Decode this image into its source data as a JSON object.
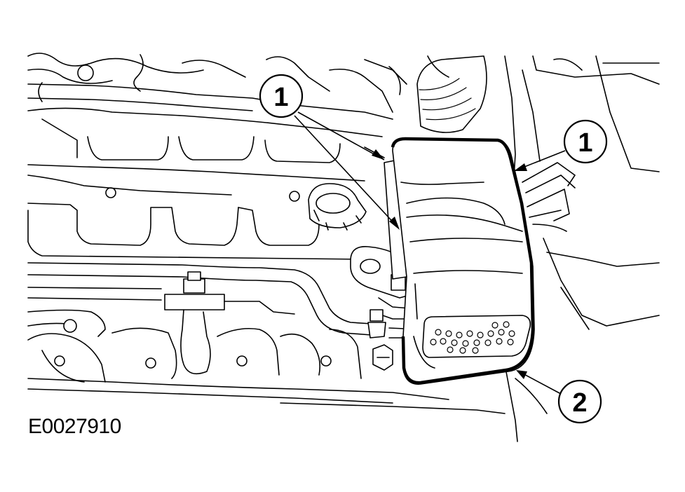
{
  "figure": {
    "id": "E0027910"
  },
  "callouts": [
    {
      "number": "1"
    },
    {
      "number": "1"
    },
    {
      "number": "2"
    }
  ],
  "colors": {
    "line": "#000000",
    "background": "#ffffff"
  }
}
